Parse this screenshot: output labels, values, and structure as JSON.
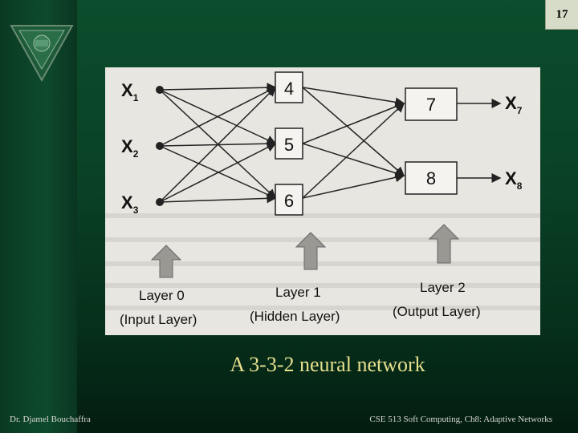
{
  "slide": {
    "number": "17",
    "caption": "A 3-3-2 neural network"
  },
  "footer": {
    "author": "Dr. Djamel Bouchaffra",
    "course": "CSE 513 Soft Computing, Ch8: Adaptive Networks"
  },
  "figure": {
    "inputs": [
      {
        "base": "X",
        "sub": "1"
      },
      {
        "base": "X",
        "sub": "2"
      },
      {
        "base": "X",
        "sub": "3"
      }
    ],
    "hidden_nodes": [
      "4",
      "5",
      "6"
    ],
    "output_nodes": [
      "7",
      "8"
    ],
    "outputs": [
      {
        "base": "X",
        "sub": "7"
      },
      {
        "base": "X",
        "sub": "8"
      }
    ],
    "layers": [
      {
        "name": "Layer 0",
        "desc": "(Input Layer)"
      },
      {
        "name": "Layer 1",
        "desc": "(Hidden Layer)"
      },
      {
        "name": "Layer 2",
        "desc": "(Output Layer)"
      }
    ]
  },
  "colors": {
    "accent_text": "#e6e08e",
    "background": "#0a4226"
  },
  "icons": {
    "logo": "triangle-emblem-icon"
  }
}
